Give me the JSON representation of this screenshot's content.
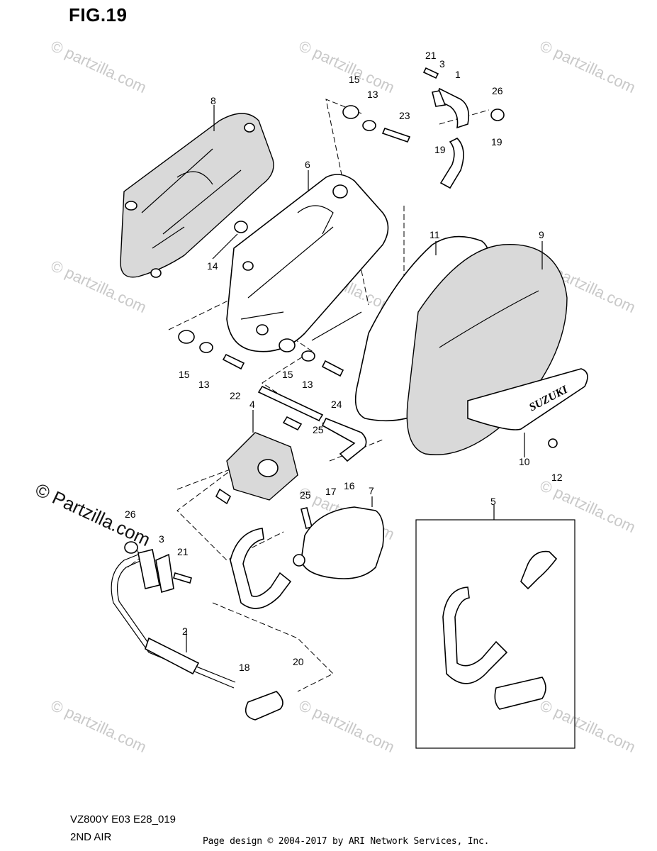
{
  "figure_title": "FIG.19",
  "model_code": "VZ800Y E03 E28_019",
  "section_name": "2ND AIR",
  "copyright": "Page design © 2004-2017 by ARI Network Services, Inc.",
  "watermark_main": "© Partzilla.com",
  "watermark_faint": "© partzilla.com",
  "callouts": {
    "c1": "1",
    "c2": "2",
    "c3a": "3",
    "c3b": "3",
    "c4": "4",
    "c5": "5",
    "c6": "6",
    "c7": "7",
    "c8": "8",
    "c9": "9",
    "c10": "10",
    "c11": "11",
    "c12": "12",
    "c13a": "13",
    "c13b": "13",
    "c13c": "13",
    "c14": "14",
    "c15a": "15",
    "c15b": "15",
    "c15c": "15",
    "c16": "16",
    "c17": "17",
    "c18": "18",
    "c19a": "19",
    "c19b": "19",
    "c20": "20",
    "c21a": "21",
    "c21b": "21",
    "c22": "22",
    "c23": "23",
    "c24": "24",
    "c25a": "25",
    "c25b": "25",
    "c26a": "26",
    "c26b": "26"
  },
  "brand_lettering": "SUZUKI"
}
